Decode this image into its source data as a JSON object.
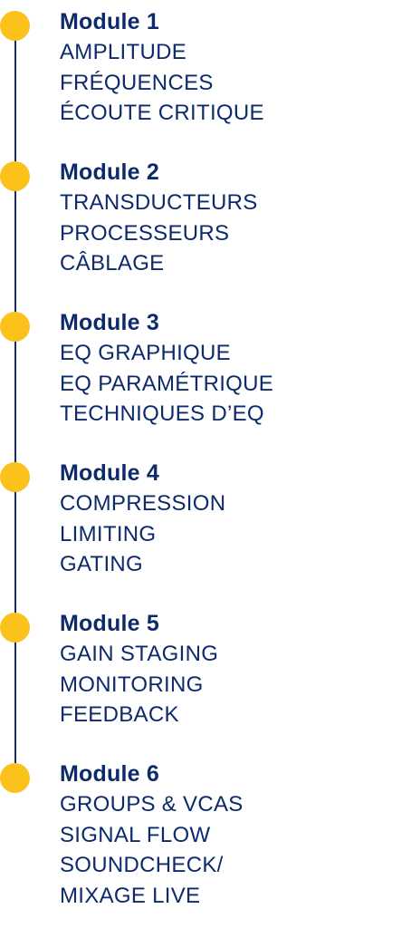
{
  "colors": {
    "dot": "#fbc21c",
    "text": "#0d2a6b",
    "line": "#1a2f5e"
  },
  "modules": [
    {
      "title": "Module 1",
      "topics": [
        "AMPLITUDE",
        "FRÉQUENCES",
        "ÉCOUTE CRITIQUE"
      ]
    },
    {
      "title": "Module 2",
      "topics": [
        "TRANSDUCTEURS",
        "PROCESSEURS",
        "CÂBLAGE"
      ]
    },
    {
      "title": "Module 3",
      "topics": [
        "EQ GRAPHIQUE",
        "EQ PARAMÉTRIQUE",
        "TECHNIQUES D’EQ"
      ]
    },
    {
      "title": "Module 4",
      "topics": [
        "COMPRESSION",
        "LIMITING",
        "GATING"
      ]
    },
    {
      "title": "Module 5",
      "topics": [
        "GAIN STAGING",
        "MONITORING",
        "FEEDBACK"
      ]
    },
    {
      "title": "Module 6",
      "topics": [
        "GROUPS & VCAS",
        "SIGNAL FLOW",
        "SOUNDCHECK/",
        "MIXAGE LIVE"
      ]
    }
  ]
}
